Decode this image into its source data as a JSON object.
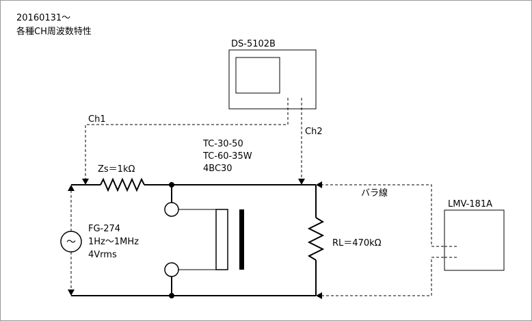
{
  "header": {
    "date": "20160131～",
    "title": "各種CH周波数特性"
  },
  "oscilloscope": {
    "label": "DS-5102B"
  },
  "probes": {
    "ch1": "Ch1",
    "ch2": "Ch2"
  },
  "devices": [
    "TC-30-50",
    "TC-60-35W",
    "4BC30"
  ],
  "source_resistor": {
    "label": "Zs＝1kΩ"
  },
  "generator": {
    "symbol": "～",
    "name": "FG-274",
    "range": "1Hz～1MHz",
    "level": "4Vrms"
  },
  "load": {
    "label": "RL＝470kΩ"
  },
  "cable": {
    "label": "バラ線"
  },
  "voltmeter": {
    "label": "LMV-181A"
  },
  "colors": {
    "line": "#000000",
    "background": "#ffffff",
    "screen_border": "#444444"
  }
}
